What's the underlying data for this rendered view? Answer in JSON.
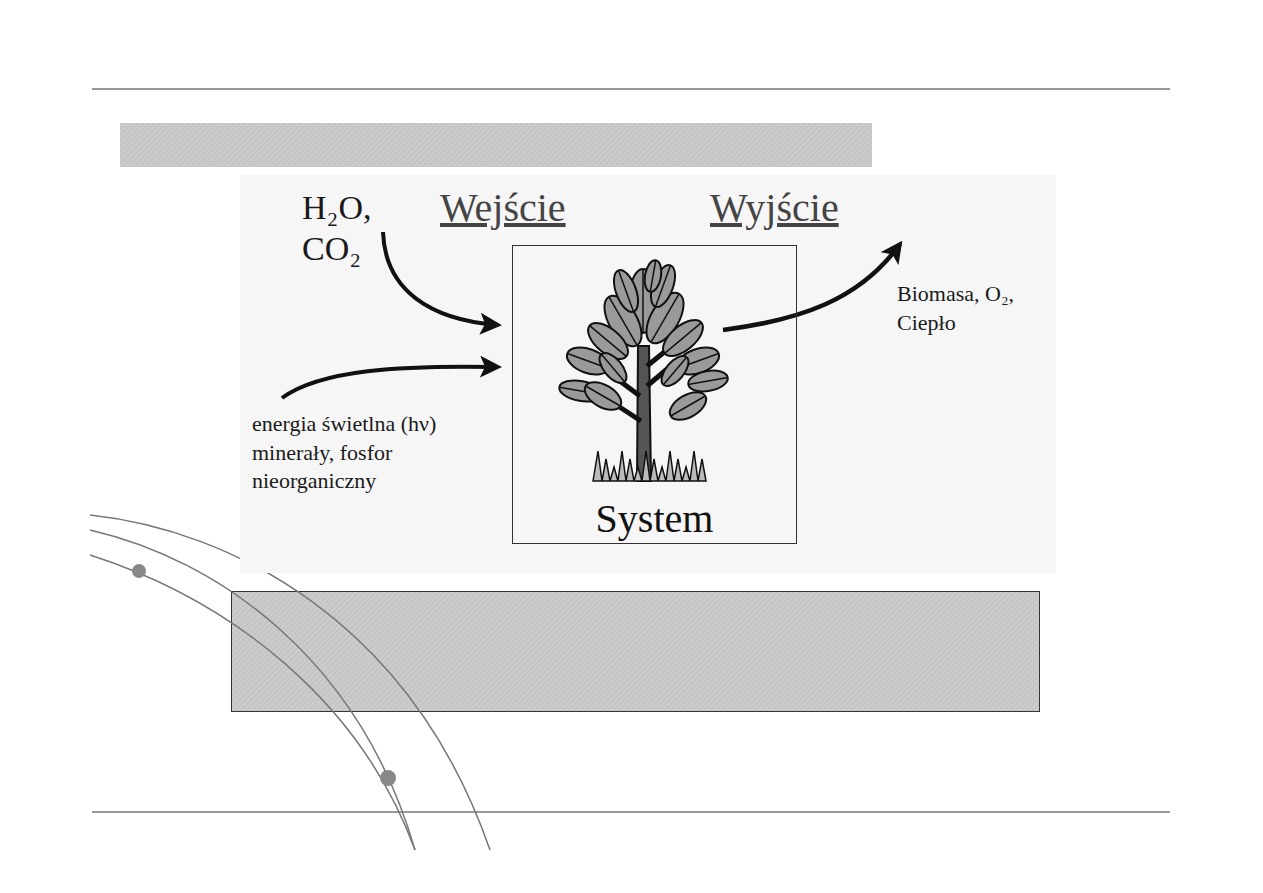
{
  "diagram": {
    "nodes": [
      {
        "text": [
          "System"
        ]
      }
    ],
    "labels": [
      "H₂O, CO₂",
      "Wejście",
      "Wyjście",
      "Biomasa, O₂, Ciepło",
      "energia świetlna (hν) minerały, fosfor nieorganiczny"
    ]
  }
}
